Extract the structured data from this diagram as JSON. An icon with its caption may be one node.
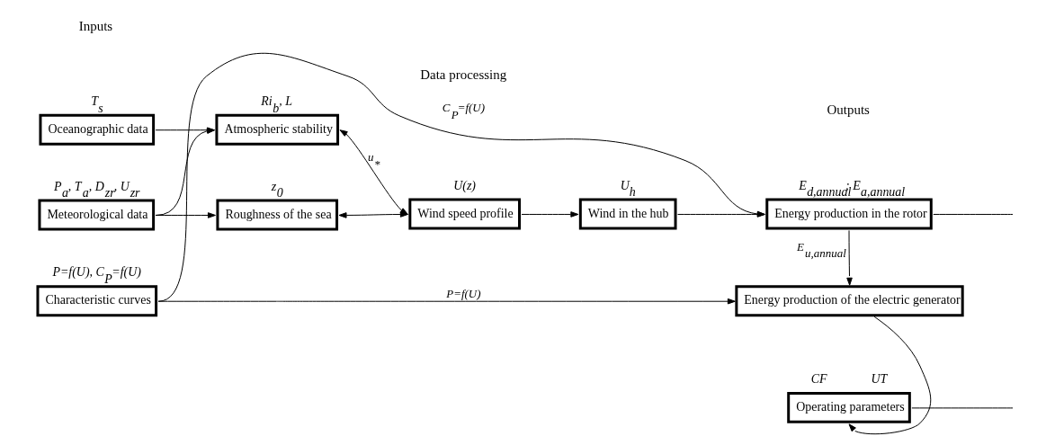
{
  "diagram": {
    "nodes": [
      {
        "text": [
          "Oceanographic data"
        ],
        "beside": [
          "T$_{s}$"
        ]
      },
      {
        "text": [
          "Meteorological data"
        ],
        "beside": [
          "P$_{a}$, T$_{a}$, D$_{zr}$, U$_{zr}$"
        ]
      },
      {
        "text": [
          "Characteristic curves"
        ],
        "beside": [
          "P=f(U), C$_{P}$=f(U)"
        ]
      },
      {
        "text": [
          "Atmospheric stability"
        ],
        "beside": [
          "Ri$_{b}$, L"
        ]
      },
      {
        "text": [
          "Roughness of the sea"
        ],
        "beside": [
          "z$_{0}$"
        ]
      },
      {
        "text": [
          "Wind speed profile"
        ],
        "beside": [
          "U(z)"
        ]
      },
      {
        "text": [
          "Wind in the hub"
        ],
        "beside": [
          "U$_{h}$"
        ]
      },
      {
        "text": [
          "Energy production in the rotor"
        ],
        "beside": [
          "E$_{d,annual}$; E$_{a,annual}$"
        ]
      },
      {
        "text": [
          "Energy production of the electric generator"
        ]
      },
      {
        "text": [
          "Operating parameters"
        ],
        "beside": [
          "CF",
          "UT"
        ]
      }
    ],
    "edges": [
      {
        "from": 0,
        "to": 3,
        "arrow": "to"
      },
      {
        "from": 1,
        "to": 3,
        "arrow": "to"
      },
      {
        "from": 1,
        "to": 4,
        "arrow": "to"
      },
      {
        "from": 3,
        "to": 5,
        "arrow": "both",
        "label": "u$_{*}$"
      },
      {
        "from": 4,
        "to": 5,
        "arrow": "both"
      },
      {
        "from": 5,
        "to": 6,
        "arrow": "to"
      },
      {
        "from": 6,
        "to": 7,
        "arrow": "to"
      },
      {
        "from": 7,
        "to": 8,
        "arrow": "to",
        "label": "E$_{u,annual}$"
      },
      {
        "from": 2,
        "to": 8,
        "arrow": "to",
        "label": "P=f(U)"
      },
      {
        "from": 2,
        "to": 7,
        "arrow": "to",
        "label": "C$_{P}$=f(U)"
      },
      {
        "from": 8,
        "to": 9,
        "arrow": "to"
      },
      {
        "from": 7,
        "to": null,
        "arrow": "none"
      },
      {
        "from": 9,
        "to": null,
        "arrow": "none"
      }
    ],
    "labels": [
      "Inputs",
      "Data processing",
      "Outputs"
    ]
  }
}
